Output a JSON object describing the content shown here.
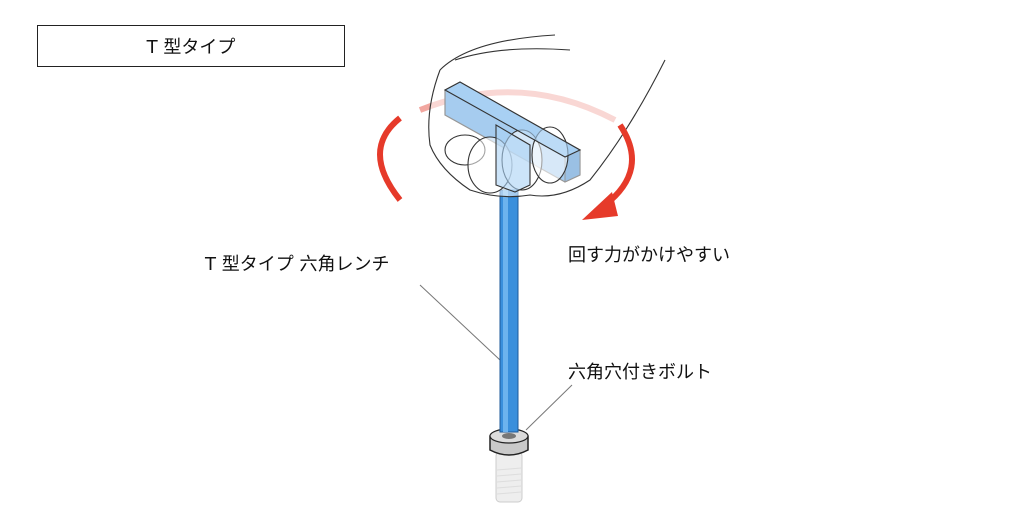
{
  "title": "T 型タイプ",
  "labels": {
    "wrench": "T 型タイプ 六角レンチ",
    "benefit": "回す力がかけやすい",
    "bolt": "六角穴付きボルト"
  },
  "colors": {
    "wrench_blue": "#3a8fdc",
    "arrow_red": "#e63a2a",
    "bolt_gray": "#d8d8d8"
  }
}
